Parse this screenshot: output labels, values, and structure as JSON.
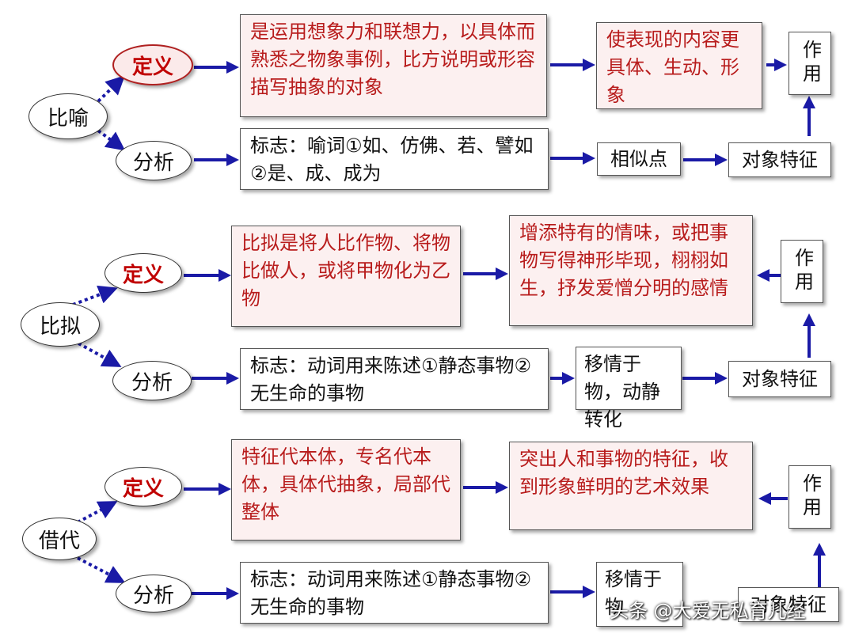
{
  "rows": [
    {
      "term": "比喻",
      "definition_label": "定义",
      "analysis_label": "分析",
      "definition_text": "是运用想象力和联想力，以具体而熟悉之物象事例，比方说明或形容描写抽象的对象",
      "effect_text": "使表现的内容更具体、生动、形象",
      "function_label": "作用",
      "marker_text": "标志：喻词①如、仿佛、若、譬如②是、成、成为",
      "point_text": "相似点",
      "feature_text": "对象特征"
    },
    {
      "term": "比拟",
      "definition_label": "定义",
      "analysis_label": "分析",
      "definition_text": "比拟是将人比作物、将物比做人，或将甲物化为乙物",
      "effect_text": "增添特有的情味，或把事物写得神形毕现，栩栩如生，抒发爱憎分明的感情",
      "function_label": "作用",
      "marker_text": "标志：动词用来陈述①静态事物②无生命的事物",
      "point_text": "移情于物，动静转化",
      "feature_text": "对象特征"
    },
    {
      "term": "借代",
      "definition_label": "定义",
      "analysis_label": "分析",
      "definition_text": "特征代本体，专名代本体，具体代抽象，局部代整体",
      "effect_text": "突出人和事物的特征，收到形象鲜明的艺术效果",
      "function_label": "作用",
      "marker_text": "标志：动词用来陈述①静态事物②无生命的事物",
      "point_text": "移情于物",
      "feature_text": "对象特征"
    }
  ],
  "watermark": "头条 @大爱无私育儿经",
  "colors": {
    "arrow": "#1a1aa6",
    "definition_text": "#b81c1c",
    "box_fill": "#fcf0f0"
  }
}
